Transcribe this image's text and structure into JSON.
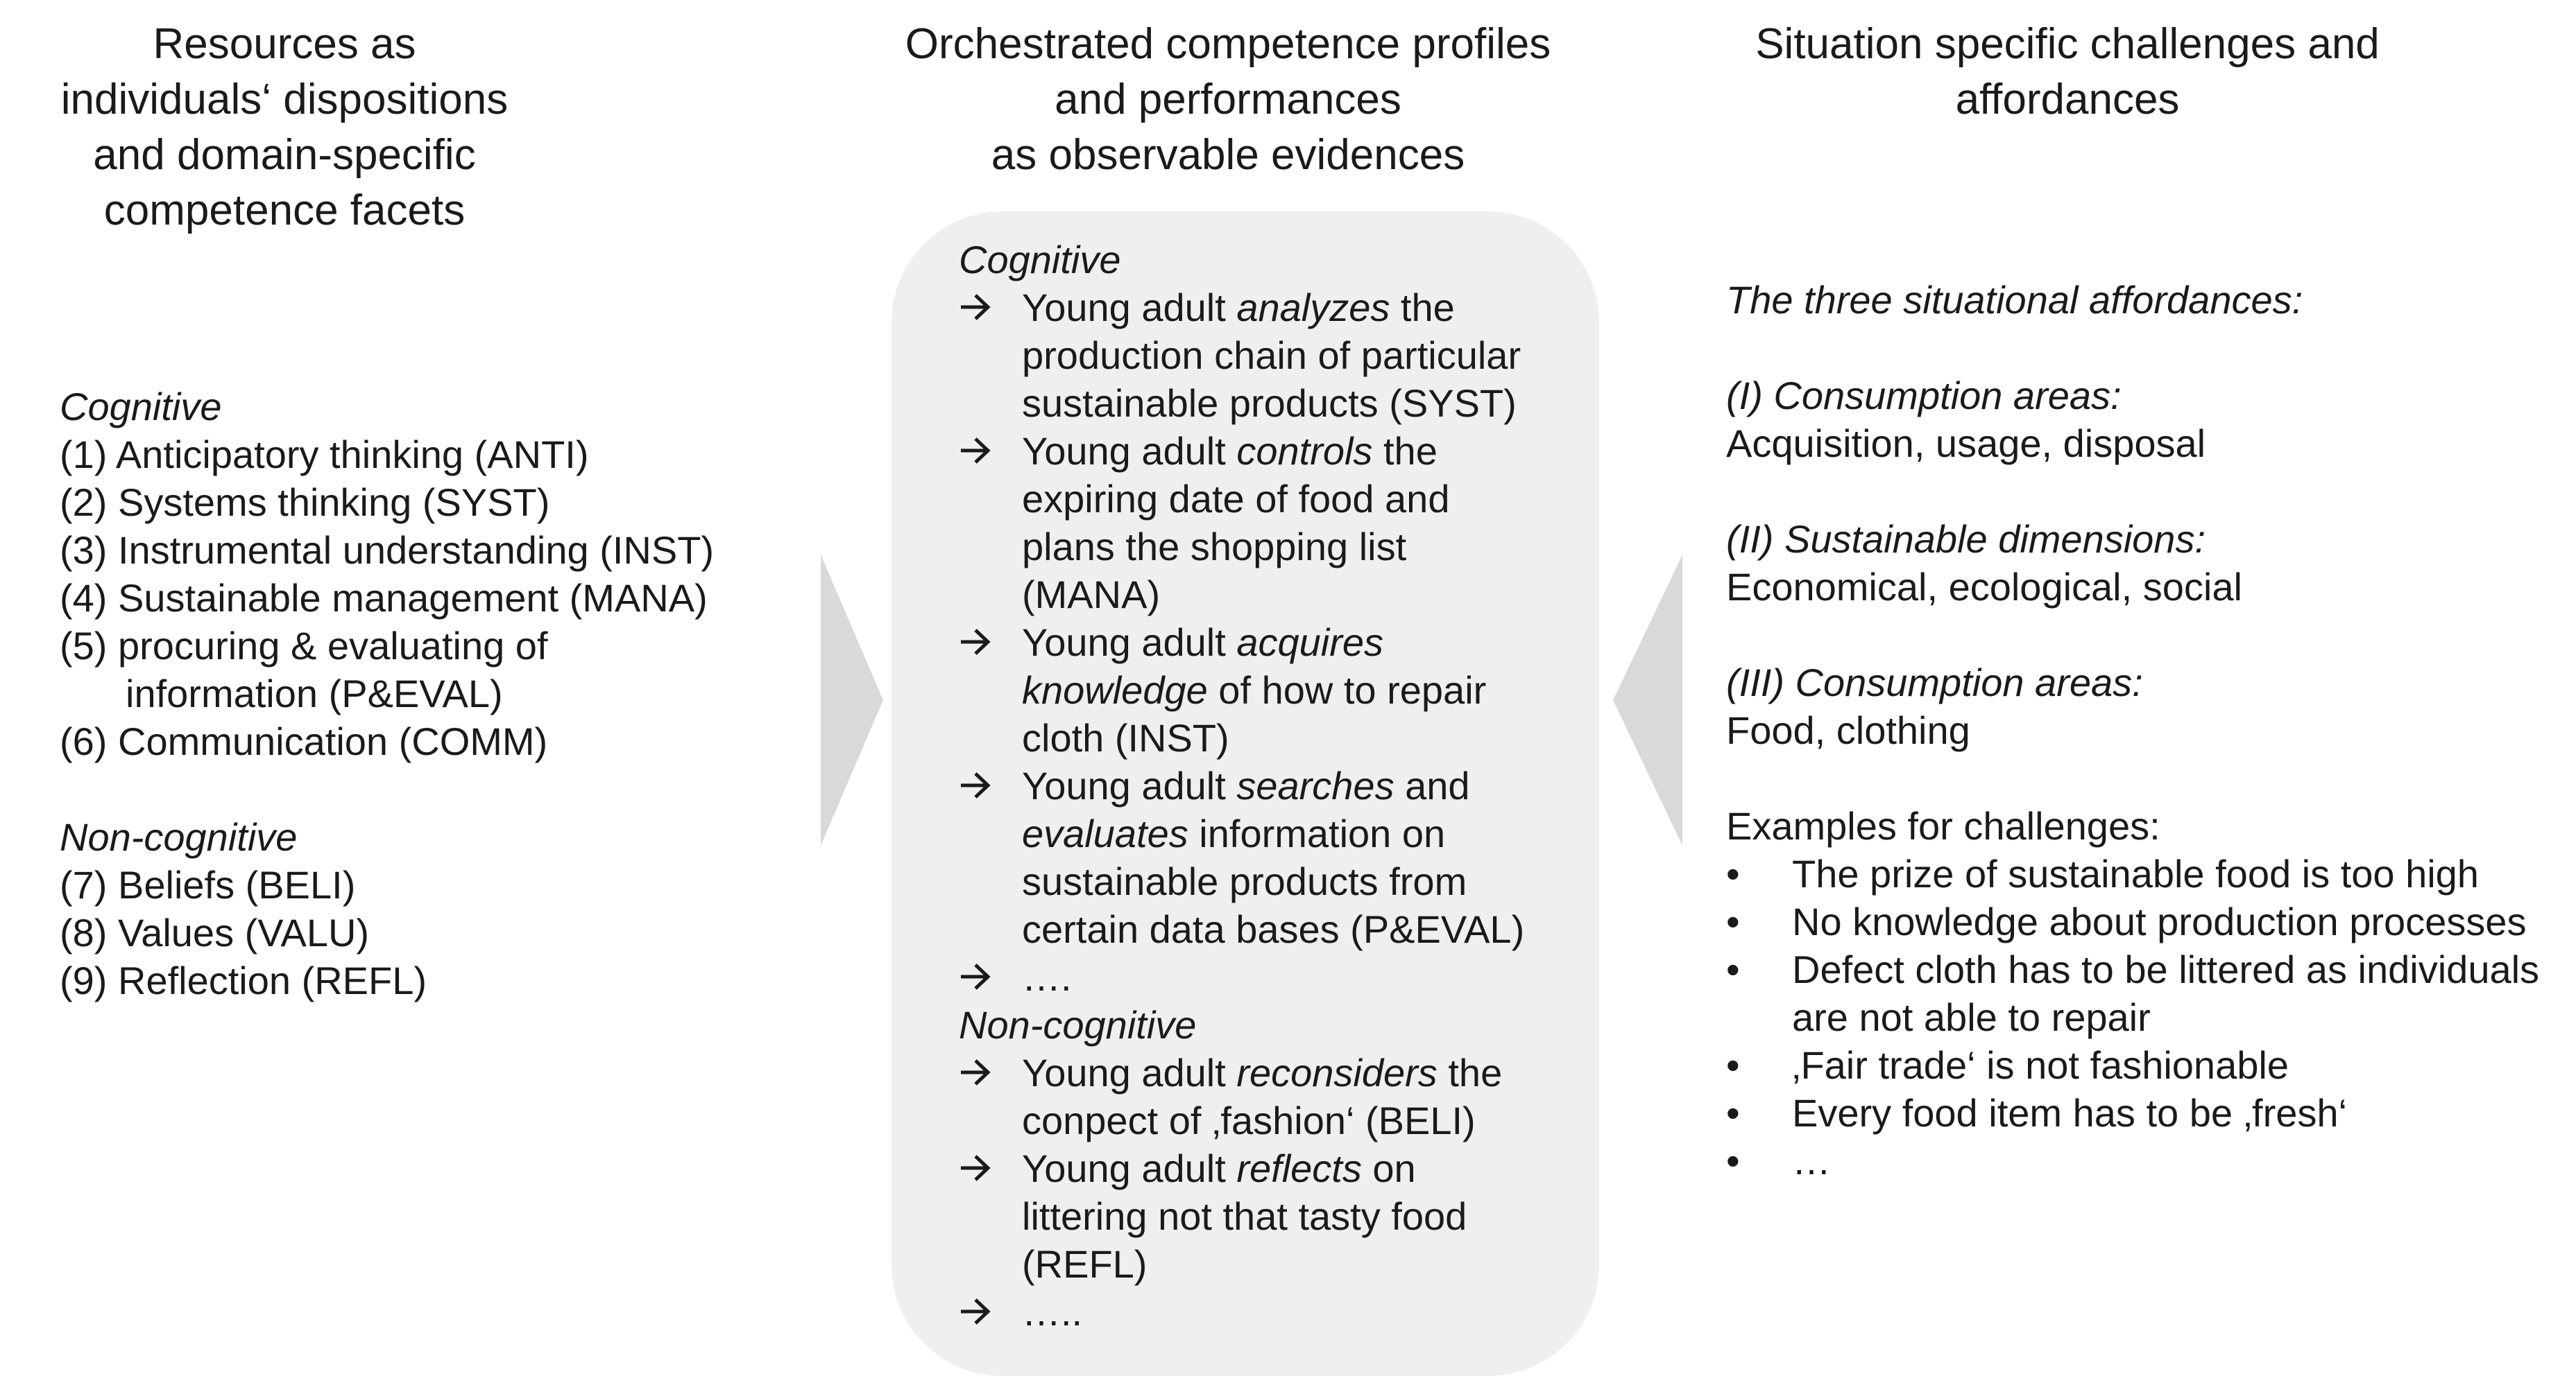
{
  "left": {
    "title": [
      "Resources as",
      "individuals‘ dispositions",
      "and domain-specific",
      "competence facets"
    ],
    "cognitive_heading": "Cognitive",
    "cognitive_items": [
      {
        "num": "(1)",
        "text": "Anticipatory thinking (ANTI)"
      },
      {
        "num": "(2)",
        "text": "Systems thinking (SYST)"
      },
      {
        "num": "(3)",
        "text": "Instrumental understanding (INST)"
      },
      {
        "num": "(4)",
        "text": "Sustainable management (MANA)"
      },
      {
        "num": "(5)",
        "text": "procuring & evaluating of"
      },
      {
        "num": "",
        "text": "information (P&EVAL)"
      },
      {
        "num": "(6)",
        "text": "Communication (COMM)"
      }
    ],
    "noncognitive_heading": "Non-cognitive",
    "noncognitive_items": [
      {
        "num": "(7)",
        "text": "Beliefs (BELI)"
      },
      {
        "num": "(8)",
        "text": "Values (VALU)"
      },
      {
        "num": "(9)",
        "text": "Reflection (REFL)"
      }
    ]
  },
  "middle": {
    "title": [
      "Orchestrated competence profiles",
      "and performances",
      "as observable evidences"
    ],
    "cognitive_heading": "Cognitive",
    "cognitive_items": [
      {
        "lines": [
          [
            {
              "t": "Young adult "
            },
            {
              "t": "analyzes",
              "i": true
            },
            {
              "t": " the"
            }
          ],
          [
            {
              "t": "production chain of particular"
            }
          ],
          [
            {
              "t": "sustainable products (SYST)"
            }
          ]
        ]
      },
      {
        "lines": [
          [
            {
              "t": "Young adult "
            },
            {
              "t": "controls",
              "i": true
            },
            {
              "t": " the"
            }
          ],
          [
            {
              "t": "expiring date of food and"
            }
          ],
          [
            {
              "t": "plans the shopping list"
            }
          ],
          [
            {
              "t": "(MANA)"
            }
          ]
        ]
      },
      {
        "lines": [
          [
            {
              "t": "Young adult "
            },
            {
              "t": "acquires",
              "i": true
            }
          ],
          [
            {
              "t": "knowledge",
              "i": true
            },
            {
              "t": " of how to repair"
            }
          ],
          [
            {
              "t": "cloth (INST)"
            }
          ]
        ]
      },
      {
        "lines": [
          [
            {
              "t": "Young adult "
            },
            {
              "t": "searches",
              "i": true
            },
            {
              "t": " and"
            }
          ],
          [
            {
              "t": "evaluates",
              "i": true
            },
            {
              "t": " information on"
            }
          ],
          [
            {
              "t": "sustainable products from"
            }
          ],
          [
            {
              "t": "certain data bases (P&EVAL)"
            }
          ]
        ]
      },
      {
        "lines": [
          [
            {
              "t": "…."
            }
          ]
        ]
      }
    ],
    "noncognitive_heading": "Non-cognitive",
    "noncognitive_items": [
      {
        "lines": [
          [
            {
              "t": "Young adult "
            },
            {
              "t": "reconsiders",
              "i": true
            },
            {
              "t": " the"
            }
          ],
          [
            {
              "t": "conpect of ‚fashion‘ (BELI)"
            }
          ]
        ]
      },
      {
        "lines": [
          [
            {
              "t": "Young adult "
            },
            {
              "t": "reflects",
              "i": true
            },
            {
              "t": " on"
            }
          ],
          [
            {
              "t": "littering not that tasty food"
            }
          ],
          [
            {
              "t": "(REFL)"
            }
          ]
        ]
      },
      {
        "lines": [
          [
            {
              "t": "….."
            }
          ]
        ]
      }
    ]
  },
  "right": {
    "title": [
      "Situation  specific challenges and",
      "affordances"
    ],
    "intro": "The three situational affordances:",
    "sections": [
      {
        "heading": "(I) Consumption areas:",
        "text": "Acquisition, usage, disposal"
      },
      {
        "heading": "(II) Sustainable dimensions:",
        "text": "Economical, ecological, social"
      },
      {
        "heading": "(III)  Consumption areas:",
        "text": "Food, clothing"
      }
    ],
    "examples_heading": "Examples for challenges:",
    "bullet_glyph": "•",
    "examples": [
      [
        "The prize of sustainable food is too high"
      ],
      [
        "No knowledge about production processes"
      ],
      [
        "Defect cloth has to be littered as individuals",
        "are not able to repair"
      ],
      [
        "‚Fair trade‘ is not fashionable"
      ],
      [
        "Every  food item has to be ‚fresh‘"
      ],
      [
        "…"
      ]
    ]
  },
  "colors": {
    "text": "#1a1a1a",
    "panel": "#efefef",
    "chevron": "#d9d9d9"
  },
  "icons": {
    "item_marker": "right-arrow-icon",
    "connector": "chevron-icon"
  }
}
